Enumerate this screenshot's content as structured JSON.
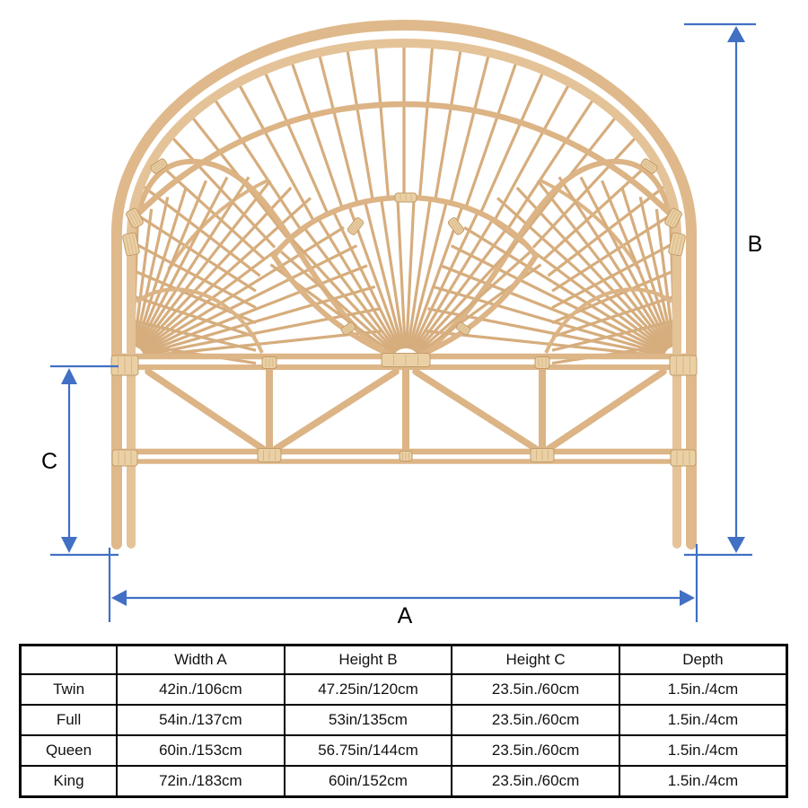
{
  "diagram": {
    "labels": {
      "width_a": "A",
      "height_b": "B",
      "height_c": "C"
    },
    "icons": {
      "product": "rattan-headboard-illustration"
    },
    "colors": {
      "dimension": "#4170c4",
      "rattan_ray": "#d6ad7d",
      "rattan_arc": "#dcb485",
      "rattan_frame_outer": "#dfb98b",
      "rattan_frame_inner": "#e5c398",
      "rattan_rail": "#ddb687",
      "wrap_fill": "#ead0a4",
      "wrap_stroke": "#c29b69"
    }
  },
  "table": {
    "headers": [
      "",
      "Width A",
      "Height B",
      "Height C",
      "Depth"
    ],
    "rows": [
      {
        "label": "Twin",
        "cells": [
          "42in./106cm",
          "47.25in/120cm",
          "23.5in./60cm",
          "1.5in./4cm"
        ]
      },
      {
        "label": "Full",
        "cells": [
          "54in./137cm",
          "53in/135cm",
          "23.5in./60cm",
          "1.5in./4cm"
        ]
      },
      {
        "label": "Queen",
        "cells": [
          "60in./153cm",
          "56.75in/144cm",
          "23.5in./60cm",
          "1.5in./4cm"
        ]
      },
      {
        "label": "King",
        "cells": [
          "72in./183cm",
          "60in/152cm",
          "23.5in./60cm",
          "1.5in./4cm"
        ]
      }
    ]
  }
}
